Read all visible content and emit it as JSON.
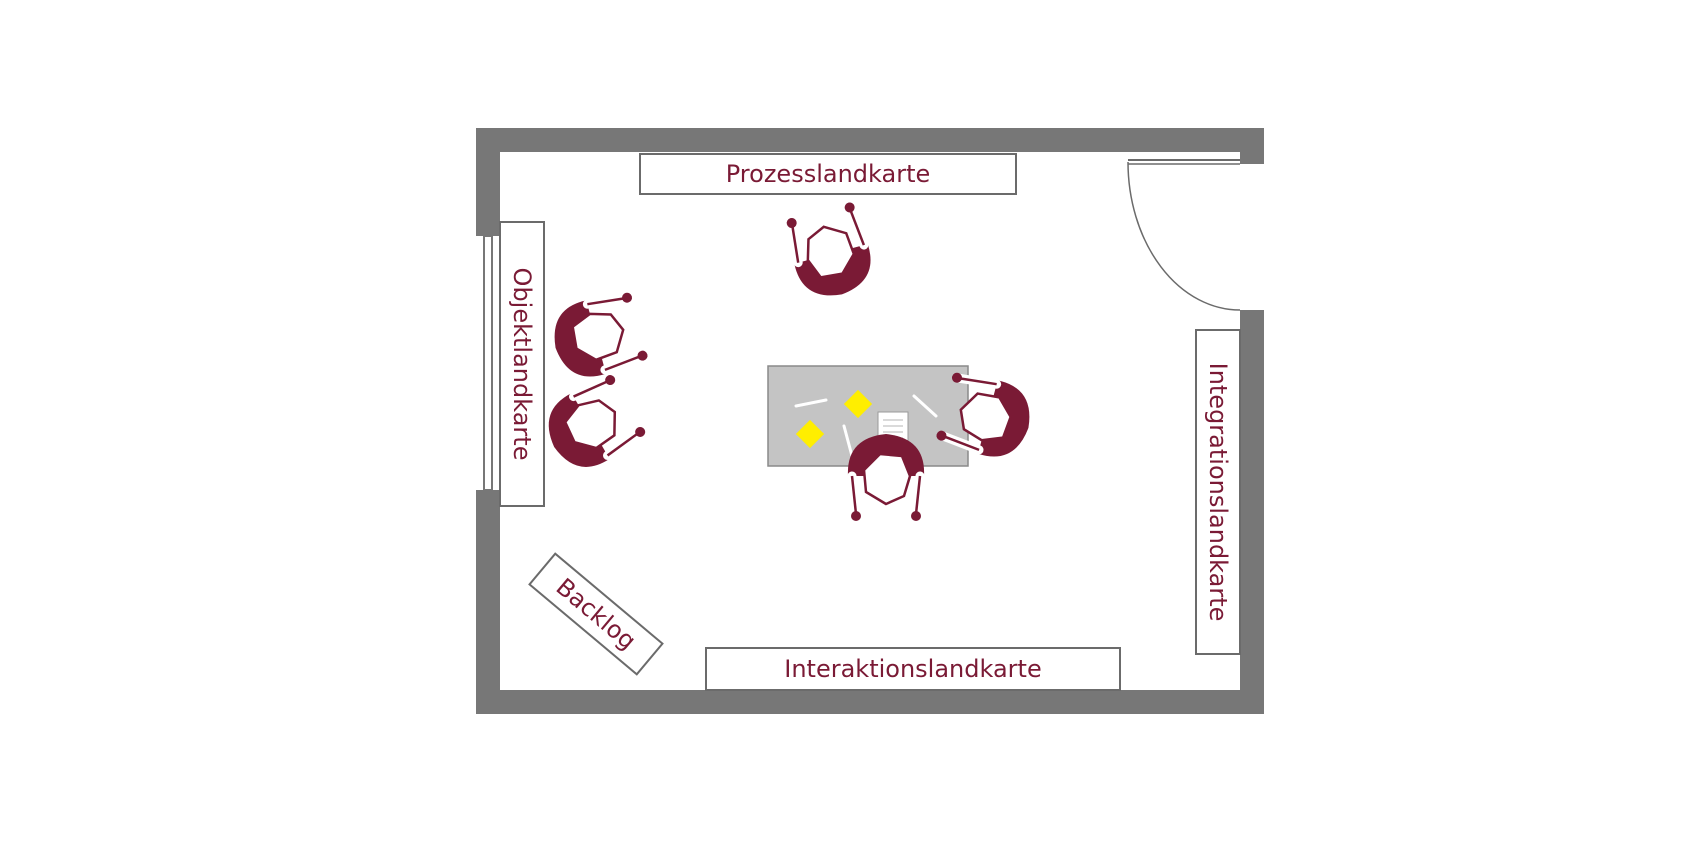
{
  "boards": {
    "prozess": "Prozesslandkarte",
    "objekt": "Objektlandkarte",
    "integration": "Integrationslandkarte",
    "interaktion": "Interaktionslandkarte",
    "backlog": "Backlog"
  },
  "colors": {
    "wall": "#777777",
    "accent": "#7a1a35",
    "table": "#c4c4c4",
    "sticky_note": "#ffee00"
  },
  "icons": [
    "person-seated-icon",
    "sticky-note-icon",
    "paper-sheet-icon",
    "pen-icon",
    "door-icon"
  ]
}
